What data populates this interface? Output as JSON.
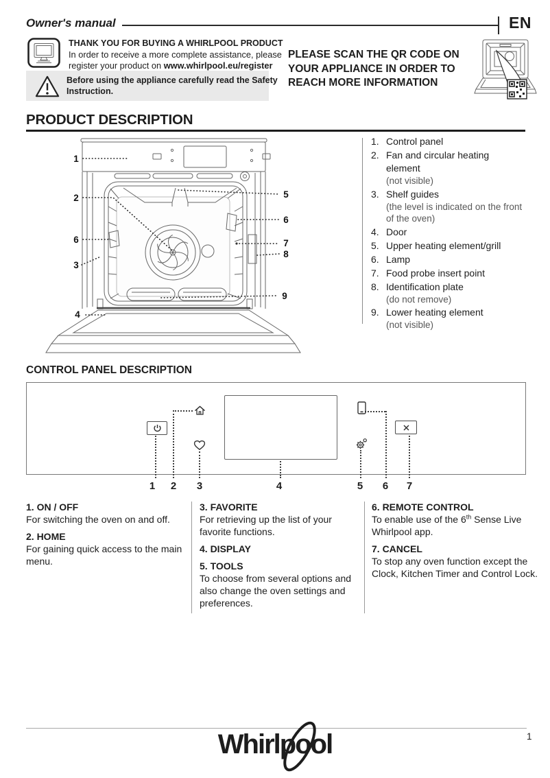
{
  "header": {
    "title": "Owner's manual",
    "language": "EN"
  },
  "thank_you": {
    "title": "THANK YOU FOR BUYING A WHIRLPOOL PRODUCT",
    "line1": "In order to receive a more complete assistance, please",
    "line2_prefix": "register your product on ",
    "line2_bold": "www.whirlpool.eu/register"
  },
  "warning": {
    "line1": "Before using the appliance carefully read the Safety",
    "line2": "Instruction."
  },
  "qr": {
    "line1": "PLEASE SCAN THE QR CODE ON",
    "line2": "YOUR APPLIANCE IN ORDER TO",
    "line3": "REACH MORE INFORMATION"
  },
  "product_description": {
    "heading": "PRODUCT DESCRIPTION",
    "items": [
      {
        "num": "1.",
        "label": "Control panel"
      },
      {
        "num": "2.",
        "label": "Fan and circular heating element",
        "note": "(not visible)"
      },
      {
        "num": "3.",
        "label": "Shelf guides",
        "note": "(the level is indicated on the front of the oven)"
      },
      {
        "num": "4.",
        "label": "Door"
      },
      {
        "num": "5.",
        "label": "Upper heating element/grill"
      },
      {
        "num": "6.",
        "label": "Lamp"
      },
      {
        "num": "7.",
        "label": "Food probe insert point"
      },
      {
        "num": "8.",
        "label": "Identification plate",
        "note": "(do not remove)"
      },
      {
        "num": "9.",
        "label": "Lower heating element",
        "note": "(not visible)"
      }
    ]
  },
  "product_diagram": {
    "callouts_left": [
      "1",
      "2",
      "6",
      "3",
      "4"
    ],
    "callouts_right": [
      "5",
      "6",
      "7",
      "8",
      "9"
    ]
  },
  "control_panel": {
    "heading": "CONTROL PANEL DESCRIPTION",
    "figure_numbers": [
      "1",
      "2",
      "3",
      "4",
      "5",
      "6",
      "7"
    ],
    "legend": {
      "on_off": {
        "title": "1. ON / OFF",
        "body": "For switching the oven on and off."
      },
      "home": {
        "title": "2. HOME",
        "body": "For gaining quick access to the main menu."
      },
      "favorite": {
        "title": "3. FAVORITE",
        "body": "For retrieving up the list of your favorite functions."
      },
      "display": {
        "title": "4. DISPLAY"
      },
      "tools": {
        "title": "5. TOOLS",
        "body": "To choose from several options and also change the oven settings and preferences."
      },
      "remote": {
        "title": "6. REMOTE CONTROL",
        "body_pre": "To enable use of the 6",
        "body_sup": "th",
        "body_post": " Sense Live Whirlpool app."
      },
      "cancel": {
        "title": "7. CANCEL",
        "body": "To stop any oven function except the Clock, Kitchen Timer and Control Lock."
      }
    }
  },
  "footer": {
    "page_number": "1",
    "brand": "Whirlpool"
  },
  "colors": {
    "text": "#1d1d1d",
    "line": "#666666",
    "warning_bg": "#e9e9e9"
  }
}
